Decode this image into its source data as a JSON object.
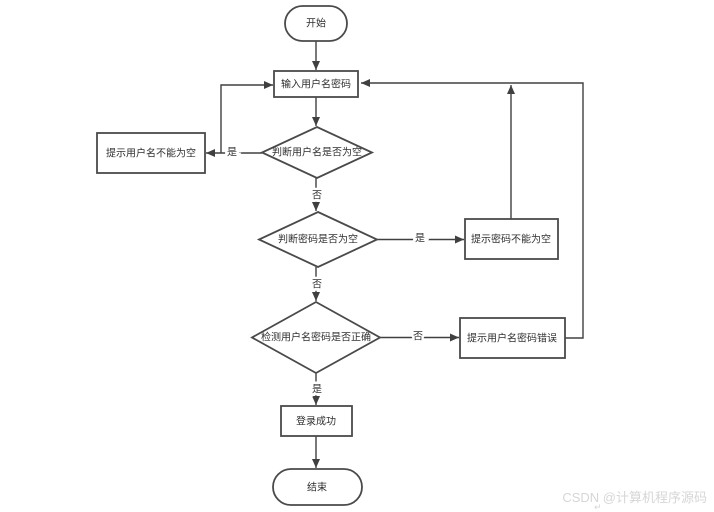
{
  "diagram": {
    "title": "login-flowchart",
    "nodes": {
      "start": {
        "label": "开始",
        "shape": "stadium"
      },
      "input_credentials": {
        "label": "输入用户名密码",
        "shape": "rect"
      },
      "check_username_empty": {
        "label": "判断用户名是否为空",
        "shape": "diamond"
      },
      "warn_username_empty": {
        "label": "提示用户名不能为空",
        "shape": "rect"
      },
      "check_password_empty": {
        "label": "判断密码是否为空",
        "shape": "diamond"
      },
      "warn_password_empty": {
        "label": "提示密码不能为空",
        "shape": "rect"
      },
      "check_credentials_correct": {
        "label": "检测用户名密码是否正确",
        "shape": "diamond"
      },
      "warn_credentials_wrong": {
        "label": "提示用户名密码错误",
        "shape": "rect"
      },
      "login_success": {
        "label": "登录成功",
        "shape": "rect"
      },
      "end": {
        "label": "结束",
        "shape": "stadium"
      }
    },
    "edge_labels": {
      "username_empty_yes": "是",
      "username_empty_no": "否",
      "password_empty_yes": "是",
      "password_empty_no": "否",
      "credentials_wrong_no": "否",
      "credentials_correct_yes": "是"
    },
    "colors": {
      "stroke": "#404040",
      "node_border": "#4a4a4a",
      "text": "#303030",
      "background": "#ffffff",
      "watermark": "#d6d6d6"
    }
  },
  "watermark": {
    "text": "CSDN @计算机程序源码",
    "glyph": "↵"
  }
}
